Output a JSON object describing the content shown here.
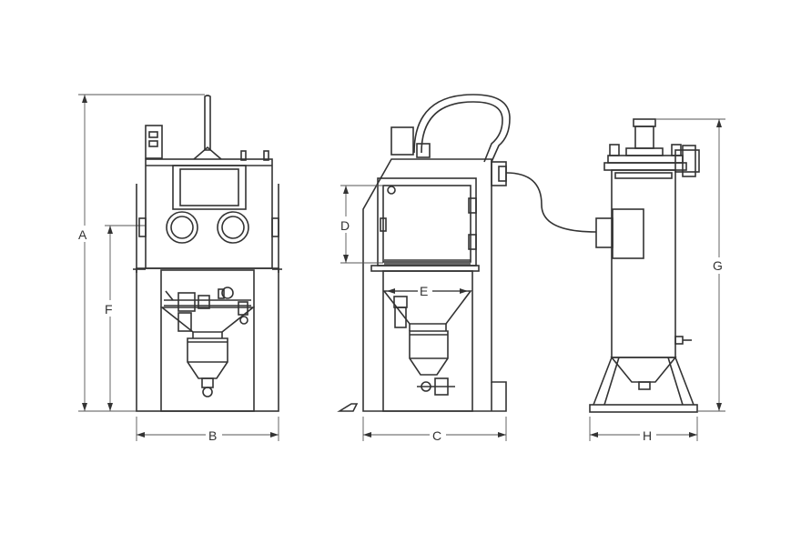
{
  "diagram": {
    "dimension_labels": {
      "A": "A",
      "B": "B",
      "C": "C",
      "D": "D",
      "E": "E",
      "F": "F",
      "G": "G",
      "H": "H"
    },
    "views": [
      "front-cabinet-view",
      "side-cabinet-view",
      "dust-collector-view"
    ],
    "colors": {
      "line": "#333333",
      "background": "#ffffff"
    }
  }
}
